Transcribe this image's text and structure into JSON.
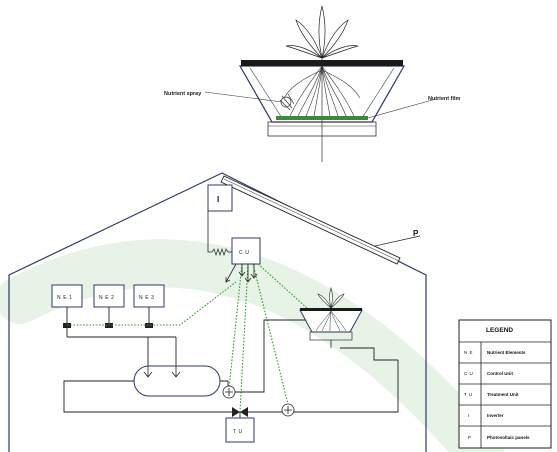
{
  "top_diagram": {
    "nutrient_spray_label": "Nutrient spray",
    "nutrient_film_label": "Nutrient film"
  },
  "greenhouse": {
    "inverter_label": "I",
    "panel_label": "P",
    "control_unit_label": "C U",
    "treatment_unit_label": "T U",
    "nutrient_elements": [
      "N E 1",
      "N E 2",
      "N E 3"
    ]
  },
  "legend": {
    "title": "LEGEND",
    "rows": [
      {
        "code": "N E",
        "desc": "Nutrient Elements"
      },
      {
        "code": "C U",
        "desc": "Control Unit"
      },
      {
        "code": "T U",
        "desc": "Treatment Unit"
      },
      {
        "code": "I",
        "desc": "Inverter"
      },
      {
        "code": "P",
        "desc": "Photovoltaic panels"
      }
    ]
  },
  "colors": {
    "line": "#1a1a2e",
    "house": "#2b3a67",
    "signal": "#2e9e2e",
    "watermark": "#e6f3e6",
    "film": "#3a8a3a"
  }
}
